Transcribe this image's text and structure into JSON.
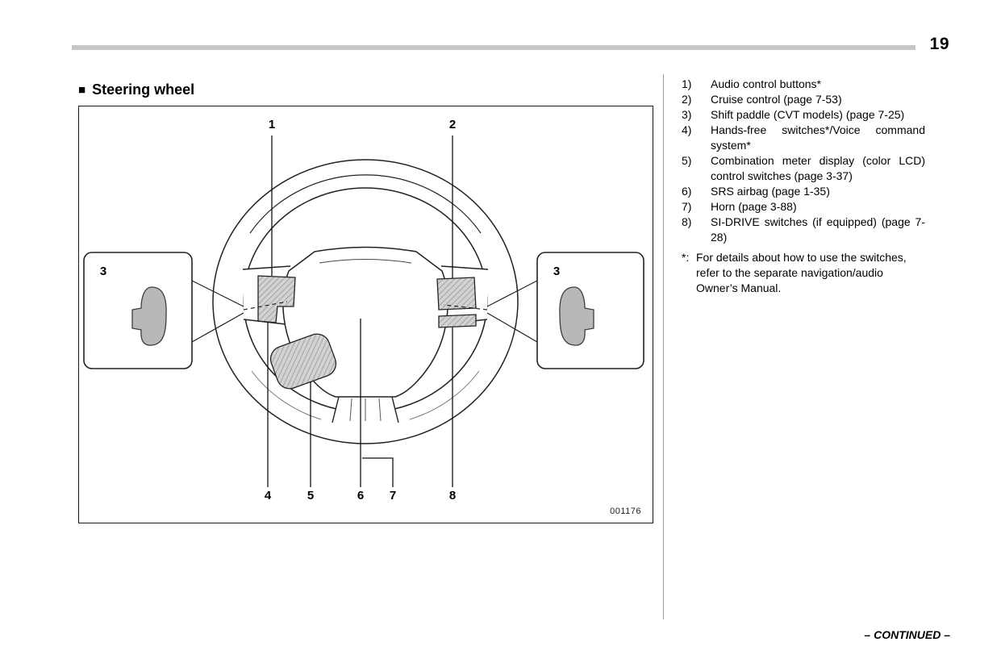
{
  "page": {
    "number": "19",
    "continued_label": "– CONTINUED –"
  },
  "section": {
    "bullet": "■",
    "title": "Steering wheel"
  },
  "figure": {
    "code": "001176",
    "callouts": {
      "c1": "1",
      "c2": "2",
      "c3_left": "3",
      "c3_right": "3",
      "c4": "4",
      "c5": "5",
      "c6": "6",
      "c7": "7",
      "c8": "8"
    }
  },
  "legend": {
    "items": [
      {
        "num": "1)",
        "text": "Audio control buttons*"
      },
      {
        "num": "2)",
        "text": "Cruise control (page 7-53)"
      },
      {
        "num": "3)",
        "text": "Shift paddle (CVT models) (page 7-25)"
      },
      {
        "num": "4)",
        "text": "Hands-free switches*/Voice command system*"
      },
      {
        "num": "5)",
        "text": "Combination meter display (color LCD) control switches (page 3-37)"
      },
      {
        "num": "6)",
        "text": "SRS airbag (page 1-35)"
      },
      {
        "num": "7)",
        "text": "Horn (page 3-88)"
      },
      {
        "num": "8)",
        "text": "SI-DRIVE switches (if equipped) (page 7-28)"
      }
    ],
    "footnote_marker": "*:",
    "footnote_text": "For details about how to use the switches, refer to the separate navigation/audio Owner’s Manual."
  },
  "colors": {
    "rule_gray": "#c6c6c6",
    "hatch_fill": "#d2d2d2",
    "hatch_line": "#8f8f8f",
    "paddle_fill": "#b8b8b8"
  }
}
